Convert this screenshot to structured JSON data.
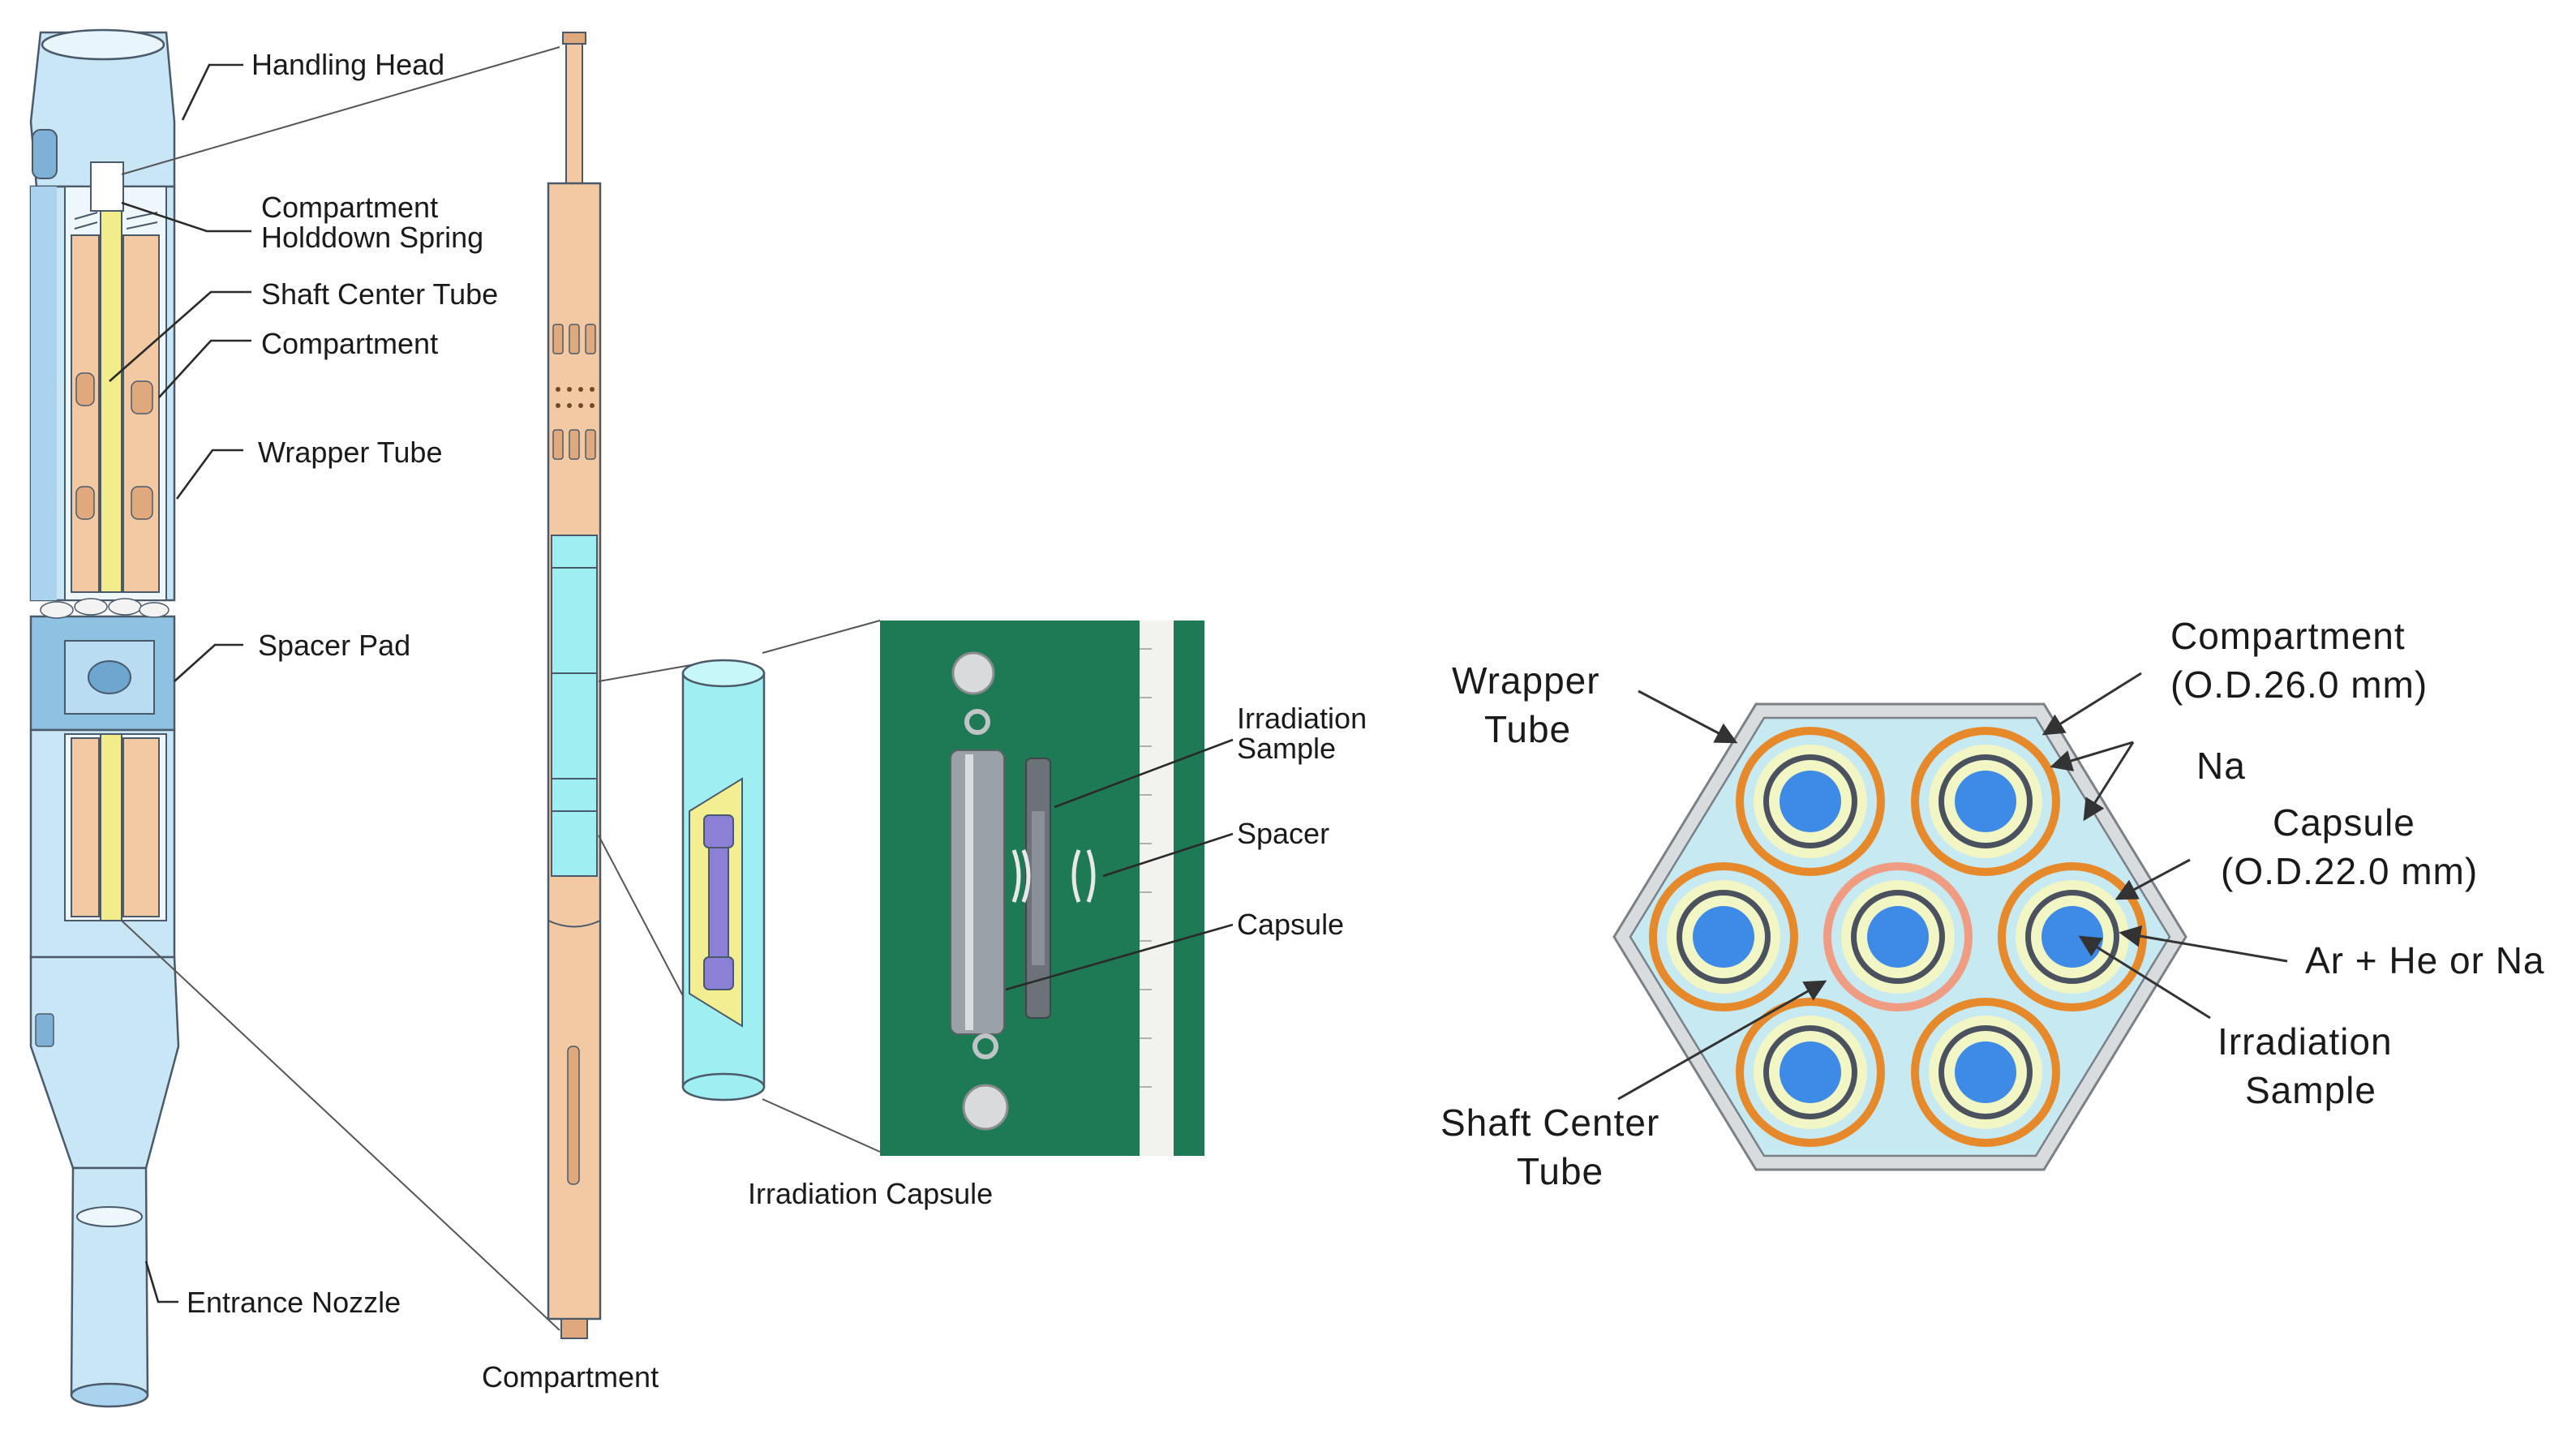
{
  "assembly_labels": {
    "handling_head": "Handling Head",
    "holddown_spring_line1": "Compartment",
    "holddown_spring_line2": "Holddown Spring",
    "shaft_center_tube": "Shaft Center Tube",
    "compartment": "Compartment",
    "wrapper_tube": "Wrapper Tube",
    "spacer_pad": "Spacer Pad",
    "entrance_nozzle": "Entrance Nozzle"
  },
  "compartment_caption": "Compartment",
  "capsule_labels": {
    "irradiation_sample_line1": "Irradiation",
    "irradiation_sample_line2": "Sample",
    "spacer": "Spacer",
    "capsule": "Capsule",
    "caption": "Irradiation Capsule"
  },
  "cross_section_labels": {
    "wrapper_line1": "Wrapper",
    "wrapper_line2": "Tube",
    "compartment_line1": "Compartment",
    "compartment_line2": "(O.D.26.0 mm)",
    "na": "Na",
    "capsule_line1": "Capsule",
    "capsule_line2": "(O.D.22.0 mm)",
    "gas": "Ar + He or Na",
    "sample_line1": "Irradiation",
    "sample_line2": "Sample",
    "shaft_line1": "Shaft Center",
    "shaft_line2": "Tube"
  },
  "colors": {
    "wrapper_blue": "#c9e6f6",
    "wrapper_dark": "#7fb1d6",
    "compartment_tan": "#f3c9a3",
    "shaft_yellow": "#f2ec8a",
    "capsule_cyan": "#9feef2",
    "photo_green": "#1e7a55",
    "ring_orange": "#e6892b",
    "ring_pink": "#ef9c83",
    "ring_cream": "#f2f5c4",
    "sample_blue": "#3d8be6",
    "hex_fill": "#c7e9f2"
  }
}
